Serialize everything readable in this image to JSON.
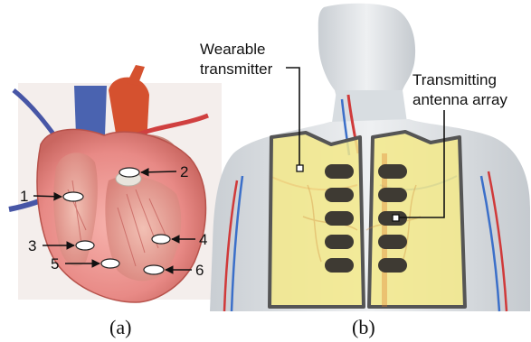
{
  "panel_a": {
    "caption": "(a)",
    "markers": [
      {
        "label": "1"
      },
      {
        "label": "2"
      },
      {
        "label": "3"
      },
      {
        "label": "4"
      },
      {
        "label": "5"
      },
      {
        "label": "6"
      }
    ]
  },
  "panel_b": {
    "caption": "(b)",
    "callout_transmitter_line1": "Wearable",
    "callout_transmitter_line2": "transmitter",
    "callout_antenna_line1": "Transmitting",
    "callout_antenna_line2": "antenna array",
    "colors": {
      "vest_fill": "#f3e98a",
      "vest_stroke": "#555555",
      "antenna": "#3e3a33",
      "skin": "#dfe3e6",
      "artery": "#d03a3a",
      "vein": "#3b6fc9"
    }
  }
}
